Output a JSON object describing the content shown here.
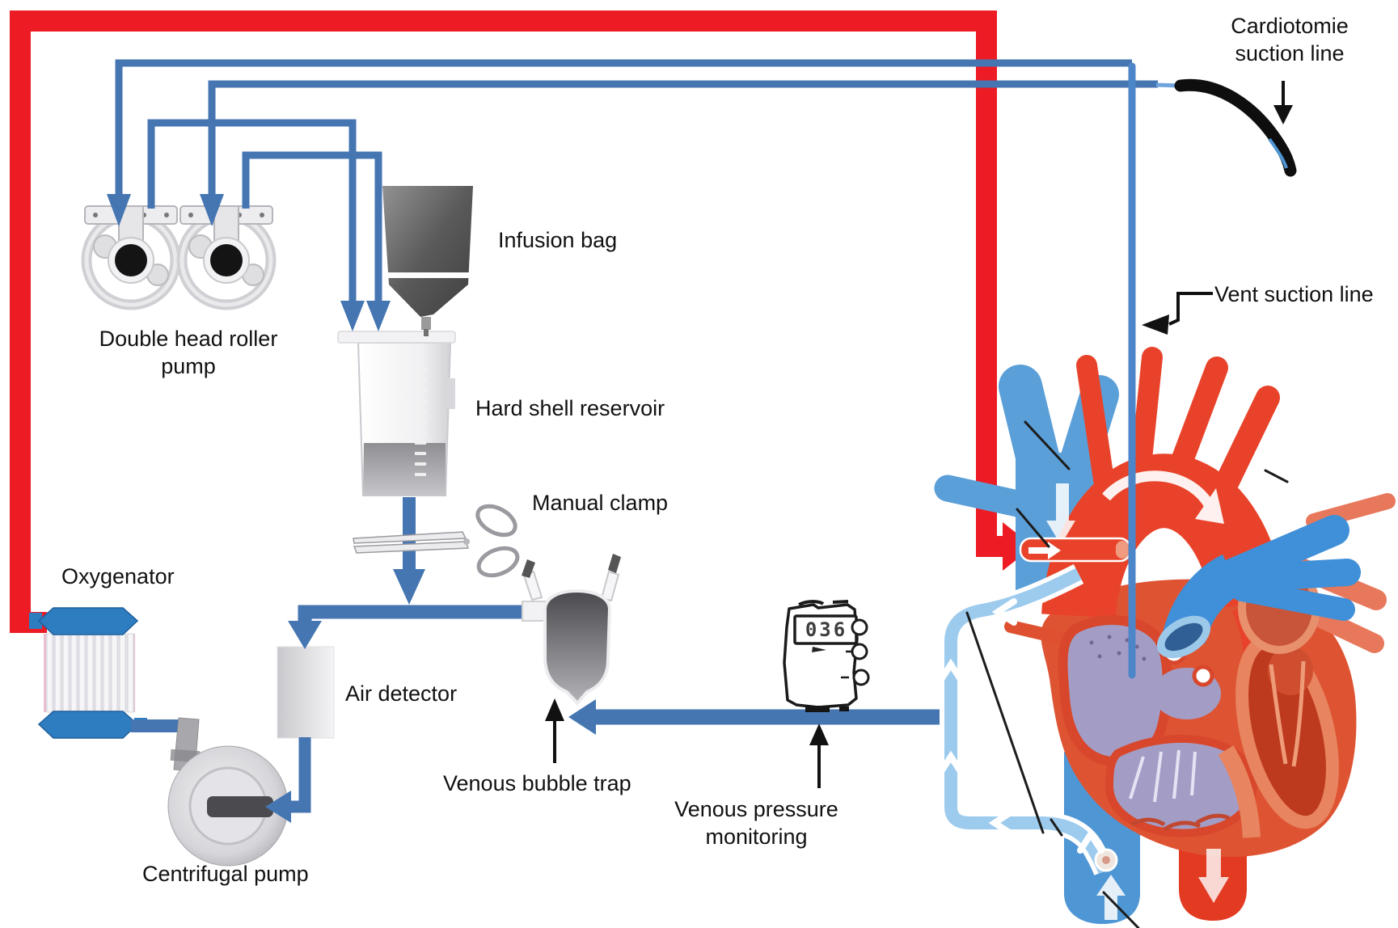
{
  "diagram": {
    "labels": {
      "cardiotomy": {
        "line1": "Cardiotomie",
        "line2": "suction line"
      },
      "vent": "Vent suction line",
      "infusion_bag": "Infusion bag",
      "hard_shell_reservoir": "Hard shell reservoir",
      "manual_clamp": "Manual clamp",
      "roller_pump": {
        "line1": "Double head roller",
        "line2": "pump"
      },
      "oxygenator": "Oxygenator",
      "air_detector": "Air detector",
      "venous_bubble_trap": "Venous bubble trap",
      "venous_pressure": {
        "line1": "Venous pressure",
        "line2": "monitoring"
      },
      "centrifugal_pump": "Centrifugal pump"
    },
    "monitor": {
      "display_value": "036"
    },
    "colors": {
      "arterial_line": "#ED1C24",
      "venous_circuit_line": "#4576B2",
      "venous_cannula": "#9CCBEE",
      "heart_red": "#E8432A",
      "heart_blue": "#5B9FD8",
      "chamber_purple": "#A39DC6",
      "label_text": "#111111"
    }
  }
}
